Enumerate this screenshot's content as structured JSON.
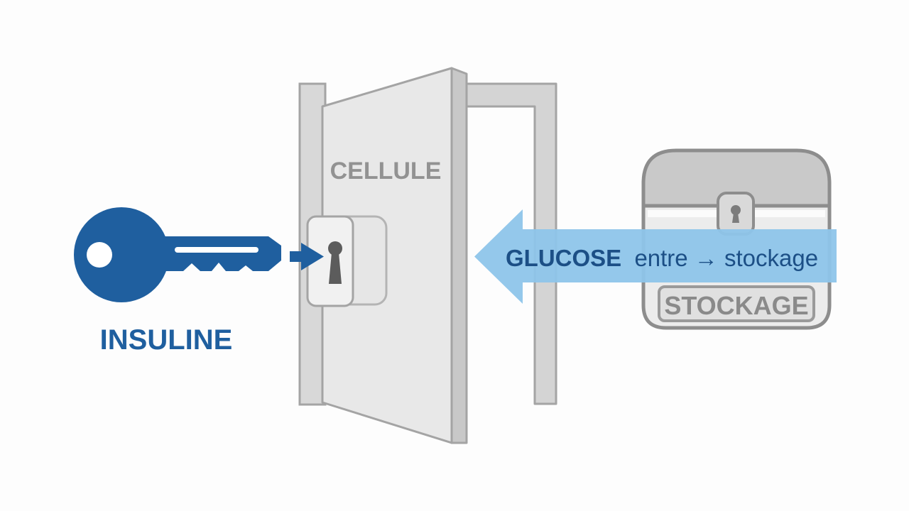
{
  "labels": {
    "key": "INSULINE",
    "door": "CELLULE",
    "storage": "STOCKAGE",
    "arrow_bold": "GLUCOSE",
    "arrow_rest": "entre → stockage"
  },
  "colors": {
    "key_blue": "#1f5f9f",
    "arrow_light_blue": "#8ec5ea",
    "arrow_text_blue": "#1c4f86",
    "door_gray": "#e3e3e3",
    "outline_gray": "#a4a4a4",
    "dark_gray": "#6f6f6f"
  },
  "icons": [
    "key-icon",
    "door-icon",
    "keyhole-icon",
    "chest-icon",
    "arrow-icon"
  ]
}
